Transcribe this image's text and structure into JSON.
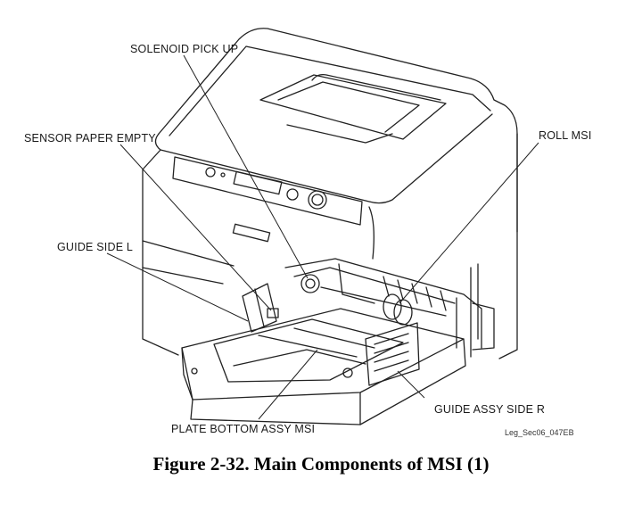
{
  "labels": {
    "solenoid_pick_up": "SOLENOID PICK UP",
    "sensor_paper_empty": "SENSOR PAPER EMPTY",
    "roll_msi": "ROLL MSI",
    "guide_side_l": "GUIDE SIDE L",
    "guide_assy_side_r": "GUIDE ASSY SIDE R",
    "plate_bottom_assy_msi": "PLATE BOTTOM ASSY MSI"
  },
  "image_code": "Leg_Sec06_047EB",
  "caption": "Figure 2-32. Main Components of MSI (1)"
}
